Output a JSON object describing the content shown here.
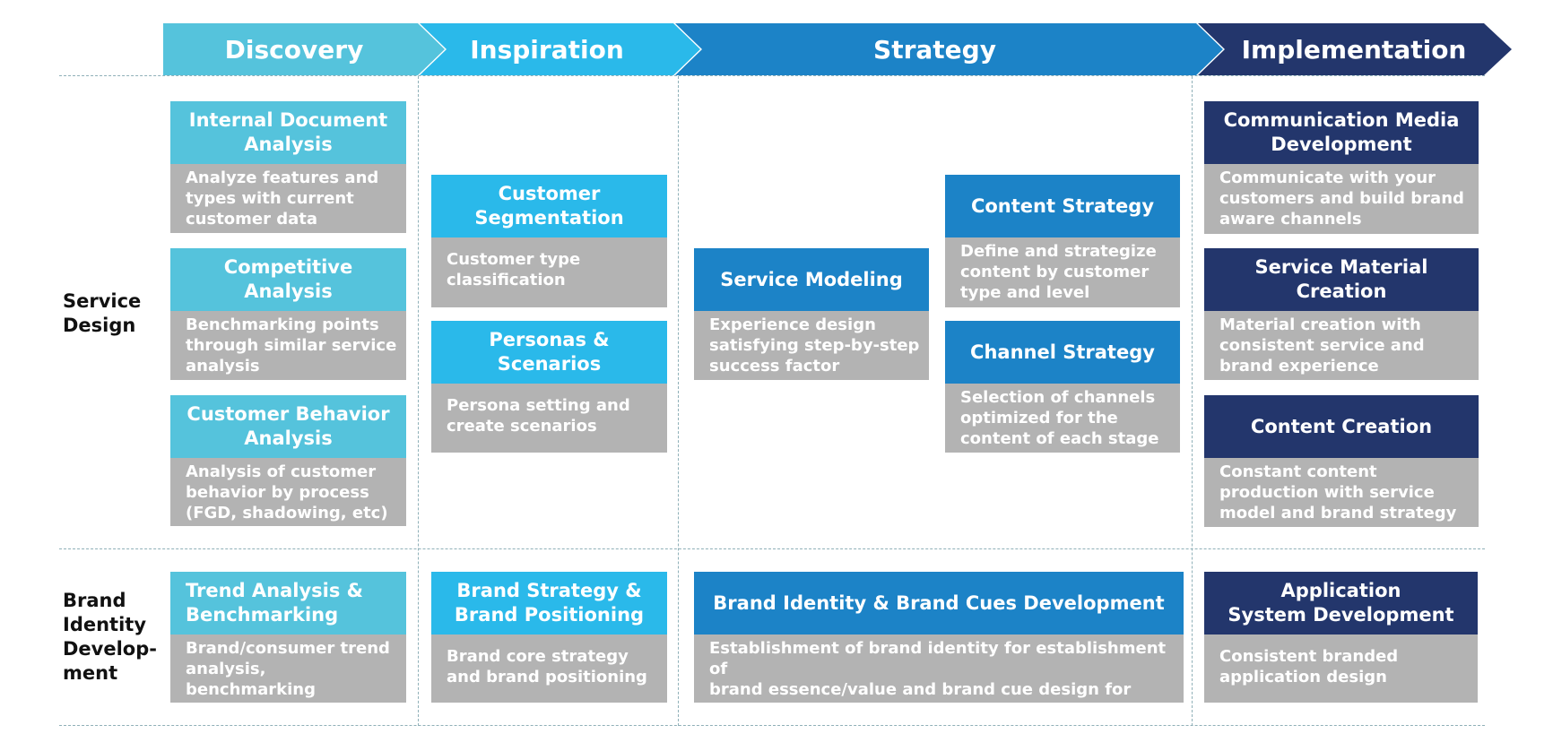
{
  "phases": [
    {
      "label": "Discovery"
    },
    {
      "label": "Inspiration"
    },
    {
      "label": "Strategy"
    },
    {
      "label": "Implementation"
    }
  ],
  "row_labels": {
    "service_design": "Service\nDesign",
    "brand_identity": "Brand\nIdentity\nDevelop-\nment"
  },
  "colors": {
    "discovery": "#55c3dc",
    "inspiration": "#2ab9ea",
    "strategy": "#1c83c7",
    "implementation": "#23366c",
    "body": "#b3b3b3"
  },
  "cards": {
    "internal_doc": {
      "title": "Internal Document\nAnalysis",
      "body": "Analyze features and\ntypes with current\ncustomer data"
    },
    "competitive": {
      "title": "Competitive Analysis",
      "body": "Benchmarking points\nthrough similar service\nanalysis"
    },
    "customer_behavior": {
      "title": "Customer Behavior\nAnalysis",
      "body": "Analysis of customer\nbehavior by process\n(FGD, shadowing, etc)"
    },
    "segmentation": {
      "title": "Customer\nSegmentation",
      "body": "Customer type\nclassification"
    },
    "personas": {
      "title": "Personas &\nScenarios",
      "body": "Persona setting and\ncreate scenarios"
    },
    "service_modeling": {
      "title": "Service Modeling",
      "body": "Experience design\nsatisfying step-by-step\nsuccess factor"
    },
    "content_strategy": {
      "title": "Content Strategy",
      "body": "Define and strategize\ncontent by customer\ntype and level"
    },
    "channel_strategy": {
      "title": "Channel Strategy",
      "body": "Selection of channels\noptimized for the\ncontent of each stage"
    },
    "comm_media": {
      "title": "Communication Media\nDevelopment",
      "body": "Communicate with your\ncustomers and build brand\naware channels"
    },
    "service_material": {
      "title": "Service Material Creation",
      "body": "Material creation with\nconsistent service and\nbrand experience"
    },
    "content_creation": {
      "title": "Content Creation",
      "body": "Constant content\nproduction with service\nmodel and brand strategy"
    },
    "trend": {
      "title": "Trend Analysis &\nBenchmarking",
      "body": "Brand/consumer trend\nanalysis, benchmarking\nof competitors"
    },
    "brand_strategy": {
      "title": "Brand Strategy &\nBrand Positioning",
      "body": "Brand core strategy\nand brand positioning"
    },
    "brand_identity_dev": {
      "title": "Brand Identity & Brand Cues Development",
      "body": "Establishment of brand identity for establishment of\nbrand essence/value and brand cue design for\neffective brand image delivery"
    },
    "application_system": {
      "title": "Application\nSystem Development",
      "body": "Consistent branded\napplication design"
    }
  }
}
